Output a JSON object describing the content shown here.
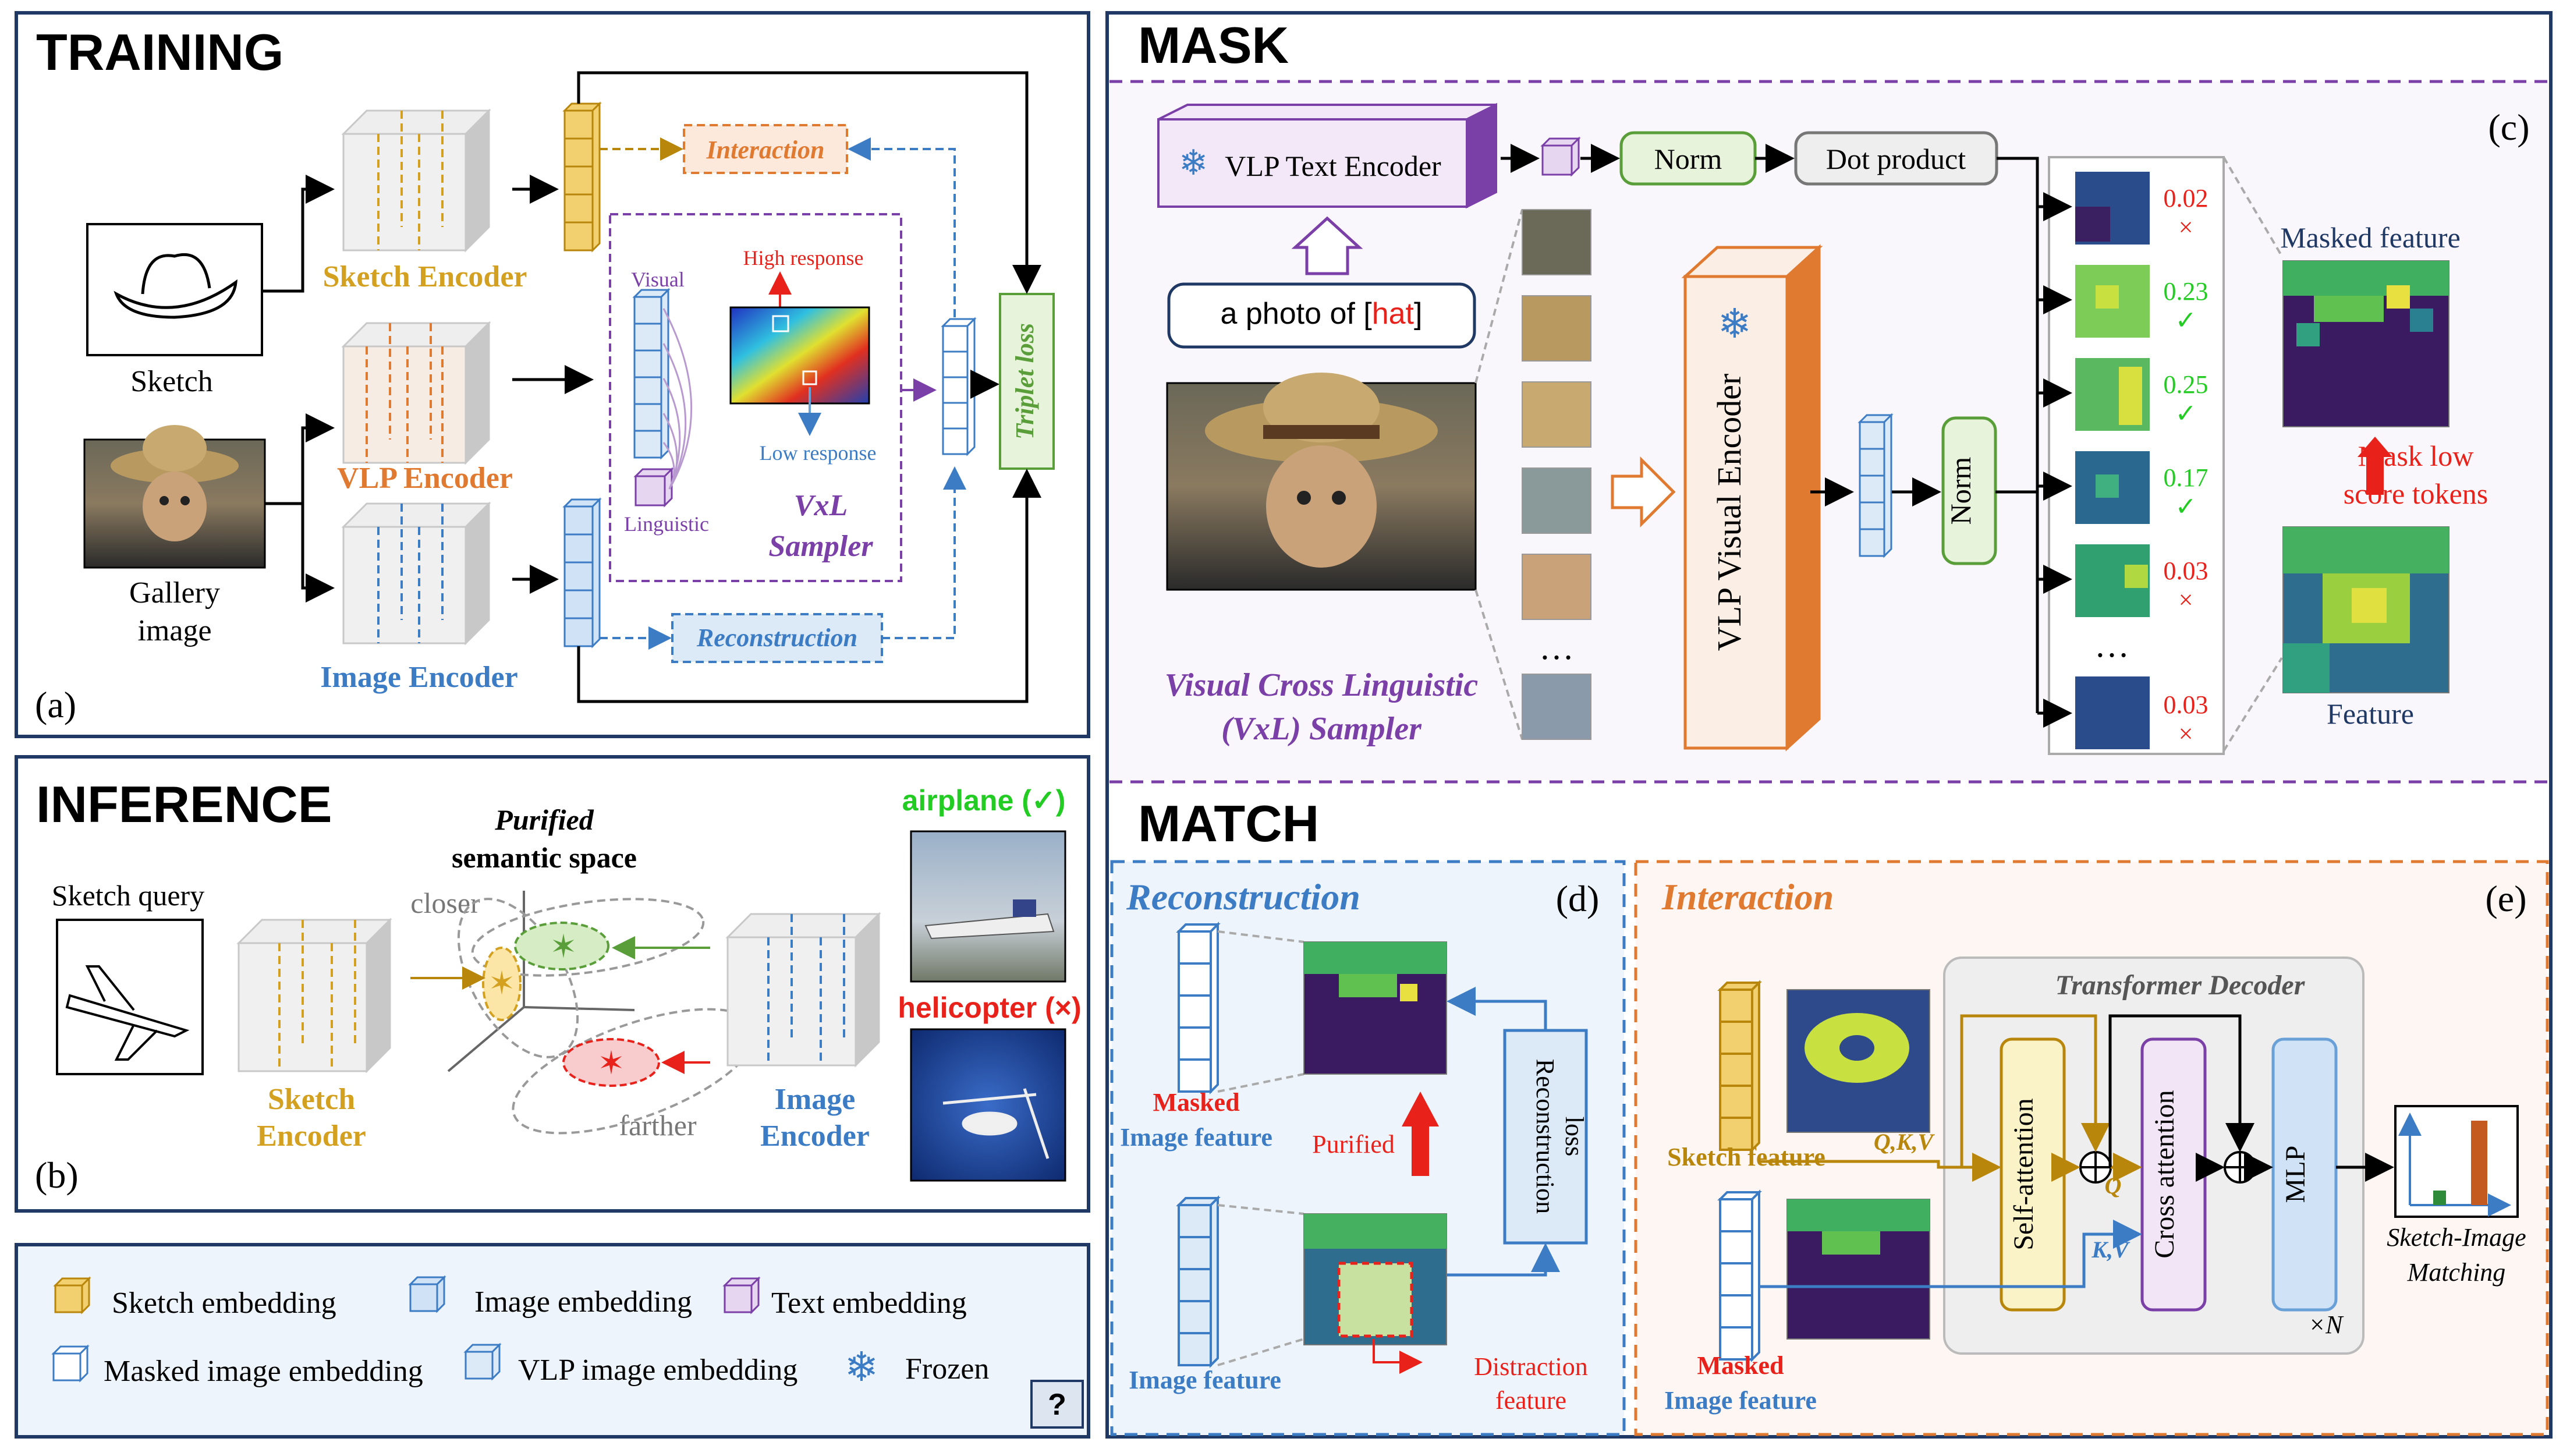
{
  "colors": {
    "sketch": "#d4a020",
    "vlp": "#e07a30",
    "image": "#3c7cc4",
    "purple": "#7b3fa8",
    "green": "#5a9e3a",
    "red": "#e8221b",
    "green_text": "#22cc22",
    "navy": "#1f3864"
  },
  "training": {
    "title": "TRAINING",
    "sketch_label": "Sketch",
    "gallery_label_1": "Gallery",
    "gallery_label_2": "image",
    "sketch_encoder": "Sketch Encoder",
    "vlp_encoder": "VLP Encoder",
    "image_encoder": "Image Encoder",
    "interaction": "Interaction",
    "reconstruction": "Reconstruction",
    "triplet_loss": "Triplet loss",
    "visual": "Visual",
    "linguistic": "Linguistic",
    "high_response": "High response",
    "low_response": "Low response",
    "vxl_1": "VxL",
    "vxl_2": "Sampler",
    "label": "(a)"
  },
  "inference": {
    "title": "INFERENCE",
    "sketch_query": "Sketch query",
    "purified_1": "Purified",
    "purified_2": "semantic space",
    "closer": "closer",
    "farther": "farther",
    "sketch_encoder_1": "Sketch",
    "sketch_encoder_2": "Encoder",
    "image_encoder_1": "Image",
    "image_encoder_2": "Encoder",
    "airplane": "airplane (✓)",
    "helicopter": "helicopter (×)",
    "label": "(b)"
  },
  "legend": {
    "sketch_embedding": "Sketch embedding",
    "image_embedding": "Image embedding",
    "text_embedding": "Text embedding",
    "masked_image_embedding": "Masked image embedding",
    "vlp_image_embedding": "VLP image embedding",
    "frozen": "Frozen",
    "help": "?"
  },
  "mask": {
    "title": "MASK",
    "label": "(c)",
    "text_encoder": "VLP Text Encoder",
    "norm": "Norm",
    "dot_product": "Dot product",
    "prompt_prefix": "a photo of [",
    "prompt_word": "hat",
    "prompt_suffix": "]",
    "visual_encoder": "VLP Visual Encoder",
    "norm_vertical": "Norm",
    "vxl_1": "Visual Cross Linguistic",
    "vxl_2": "(VxL) Sampler",
    "ellipsis": "…",
    "masked_feature": "Masked feature",
    "mask_low_1": "Mask low",
    "mask_low_2": "score tokens",
    "feature": "Feature",
    "scores": [
      {
        "value": "0.02",
        "mark": "×"
      },
      {
        "value": "0.23",
        "mark": "✓"
      },
      {
        "value": "0.25",
        "mark": "✓"
      },
      {
        "value": "0.17",
        "mark": "✓"
      },
      {
        "value": "0.03",
        "mark": "×"
      },
      {
        "value": "0.03",
        "mark": "×"
      }
    ]
  },
  "match": {
    "title": "MATCH",
    "reconstruction": {
      "title": "Reconstruction",
      "label": "(d)",
      "masked_1": "Masked",
      "masked_2": "Image feature",
      "purified": "Purified",
      "loss_1": "Reconstruction",
      "loss_2": "loss",
      "image_feature": "Image feature",
      "distraction_1": "Distraction",
      "distraction_2": "feature"
    },
    "interaction": {
      "title": "Interaction",
      "label": "(e)",
      "decoder": "Transformer Decoder",
      "sketch_feature": "Sketch feature",
      "qkv": "Q,K,V",
      "q": "Q",
      "kv": "K,V",
      "self_attention": "Self-attention",
      "cross_attention": "Cross attention",
      "mlp": "MLP",
      "xn": "×N",
      "masked_1": "Masked",
      "masked_2": "Image feature",
      "matching_1": "Sketch-Image",
      "matching_2": "Matching"
    }
  }
}
